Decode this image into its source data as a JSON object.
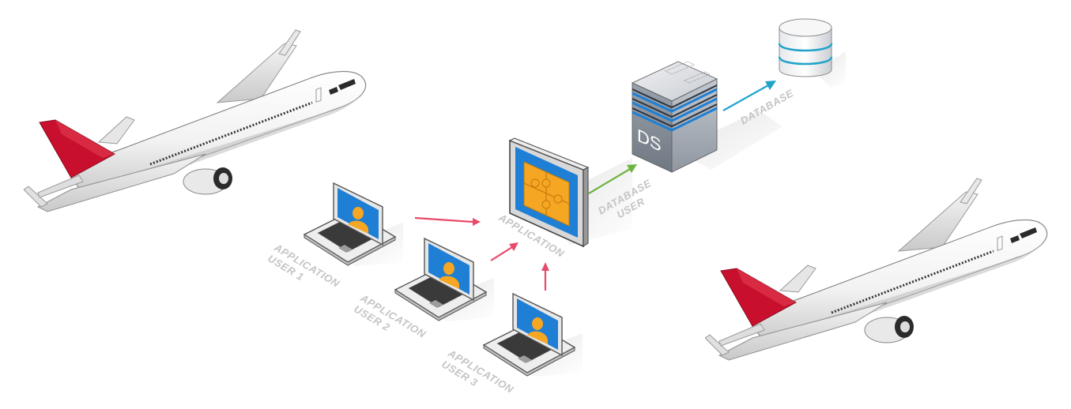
{
  "colors": {
    "user_arrow": "#e84a6a",
    "db_user_arrow": "#6cb33f",
    "database_arrow": "#1fa3c9",
    "label": "#c4c4c4",
    "screen_blue": "#1e7fd4",
    "puzzle_orange": "#f5a623",
    "tail_red": "#c8102e"
  },
  "labels": {
    "user1": [
      "APPLICATION",
      "USER 1"
    ],
    "user2": [
      "APPLICATION",
      "USER 2"
    ],
    "user3": [
      "APPLICATION",
      "USER 3"
    ],
    "application": "APPLICATION",
    "db_user": [
      "DATABASE",
      "USER"
    ],
    "ds": "DS",
    "database": "DATABASE"
  },
  "icons": [
    "airplane-icon",
    "laptop-user-icon",
    "application-monitor-icon",
    "ds-server-icon",
    "database-cylinder-icon"
  ]
}
